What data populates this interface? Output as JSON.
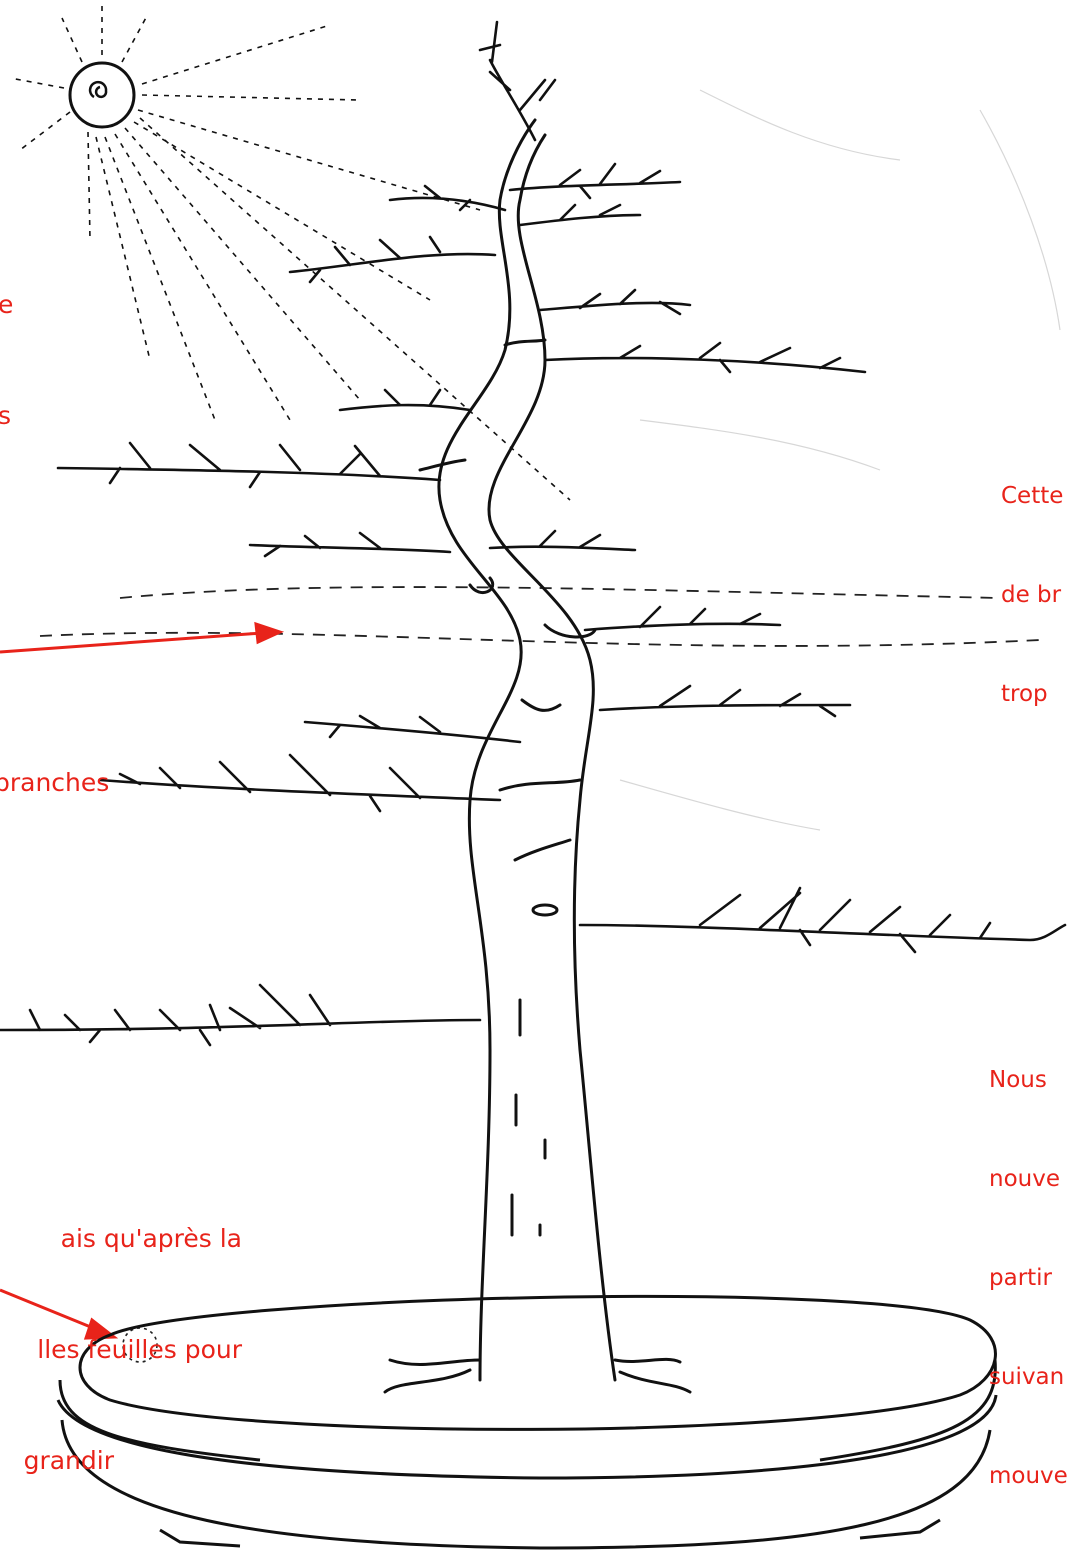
{
  "colors": {
    "annotation": "#e8231a",
    "ink": "#111111",
    "paper": "#ffffff"
  },
  "annotations": {
    "top_left_fragment": [
      "e",
      "s"
    ],
    "branches_fragment": "branches",
    "bottom_left_fragment": [
      "ais qu'après la",
      "lles feuilles pour",
      "grandir"
    ],
    "right_top_fragment": [
      "Cette",
      "de br",
      "trop"
    ],
    "right_bottom_fragment": [
      "Nous",
      "nouve",
      "partir",
      "suivan",
      "mouve"
    ]
  },
  "icons": {
    "sun": "sun-icon",
    "arrows": "arrow-icon"
  }
}
